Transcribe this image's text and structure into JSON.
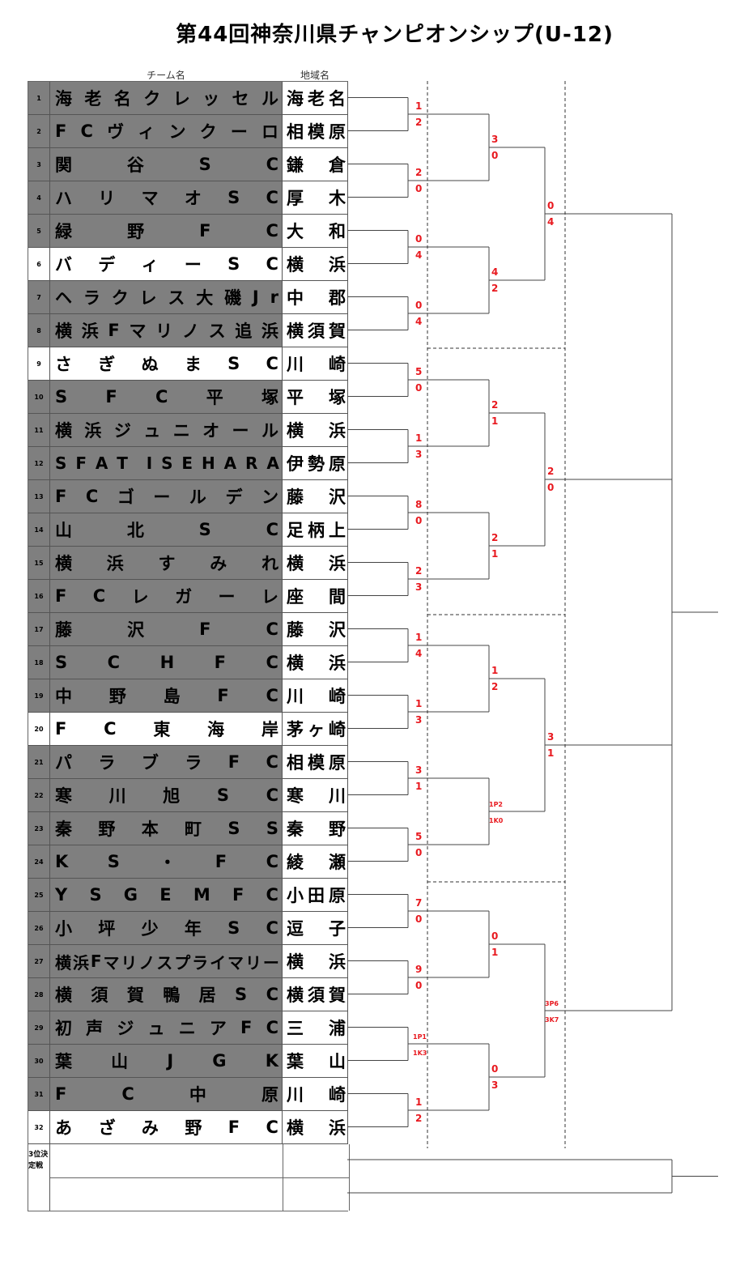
{
  "title": "第44回神奈川県チャンピオンシップ(U-12)",
  "headers": {
    "team": "チーム名",
    "region": "地域名"
  },
  "teams": [
    {
      "no": "1",
      "name": "海老名クレッセル",
      "region": "海老名",
      "bg": "dark"
    },
    {
      "no": "2",
      "name": "FCヴィンクーロ",
      "region": "相模原",
      "bg": "dark"
    },
    {
      "no": "3",
      "name": "関谷SC",
      "region": "鎌倉",
      "bg": "dark"
    },
    {
      "no": "4",
      "name": "ハリマオSC",
      "region": "厚木",
      "bg": "dark"
    },
    {
      "no": "5",
      "name": "緑野FC",
      "region": "大和",
      "bg": "dark"
    },
    {
      "no": "6",
      "name": "バディーSC",
      "region": "横浜",
      "bg": "light"
    },
    {
      "no": "7",
      "name": "ヘラクレス大磯Jr",
      "region": "中郡",
      "bg": "dark"
    },
    {
      "no": "8",
      "name": "横浜Fマリノス追浜",
      "region": "横須賀",
      "bg": "dark"
    },
    {
      "no": "9",
      "name": "さぎぬまSC",
      "region": "川崎",
      "bg": "light"
    },
    {
      "no": "10",
      "name": "SFC平塚",
      "region": "平塚",
      "bg": "dark"
    },
    {
      "no": "11",
      "name": "横浜ジュニオール",
      "region": "横浜",
      "bg": "dark"
    },
    {
      "no": "12",
      "name": "SFAT ISEHARA",
      "region": "伊勢原",
      "bg": "dark"
    },
    {
      "no": "13",
      "name": "FCゴールデン",
      "region": "藤沢",
      "bg": "dark"
    },
    {
      "no": "14",
      "name": "山北SC",
      "region": "足柄上郡",
      "bg": "dark"
    },
    {
      "no": "15",
      "name": "横浜すみれ",
      "region": "横浜",
      "bg": "dark"
    },
    {
      "no": "16",
      "name": "FCレガーレ",
      "region": "座間",
      "bg": "dark"
    },
    {
      "no": "17",
      "name": "藤沢FC",
      "region": "藤沢",
      "bg": "dark"
    },
    {
      "no": "18",
      "name": "SCHFC",
      "region": "横浜",
      "bg": "dark"
    },
    {
      "no": "19",
      "name": "中野島FC",
      "region": "川崎",
      "bg": "dark"
    },
    {
      "no": "20",
      "name": "FC東海岸",
      "region": "茅ヶ崎",
      "bg": "light"
    },
    {
      "no": "21",
      "name": "パラブラFC",
      "region": "相模原",
      "bg": "dark"
    },
    {
      "no": "22",
      "name": "寒川旭SC",
      "region": "寒川",
      "bg": "dark"
    },
    {
      "no": "23",
      "name": "秦野本町SS",
      "region": "秦野",
      "bg": "dark"
    },
    {
      "no": "24",
      "name": "KS・FC",
      "region": "綾瀬",
      "bg": "dark"
    },
    {
      "no": "25",
      "name": "YSGEMFC",
      "region": "小田原",
      "bg": "dark"
    },
    {
      "no": "26",
      "name": "小坪少年SC",
      "region": "逗子",
      "bg": "dark"
    },
    {
      "no": "27",
      "name": "横浜Fマリノスプライマリー",
      "region": "横浜",
      "bg": "dark"
    },
    {
      "no": "28",
      "name": "横須賀鴨居SC",
      "region": "横須賀",
      "bg": "dark"
    },
    {
      "no": "29",
      "name": "初声ジュニアFC",
      "region": "三浦",
      "bg": "dark"
    },
    {
      "no": "30",
      "name": "葉山JGK",
      "region": "葉山",
      "bg": "dark"
    },
    {
      "no": "31",
      "name": "FC中原",
      "region": "川崎",
      "bg": "dark"
    },
    {
      "no": "32",
      "name": "あざみ野FC",
      "region": "横浜",
      "bg": "light"
    }
  ],
  "third_place": {
    "label": "3位決定戦"
  },
  "scores": {
    "r1": [
      [
        "1",
        "2"
      ],
      [
        "2",
        "0"
      ],
      [
        "0",
        "4"
      ],
      [
        "0",
        "4"
      ],
      [
        "5",
        "0"
      ],
      [
        "1",
        "3"
      ],
      [
        "8",
        "0"
      ],
      [
        "2",
        "3"
      ],
      [
        "1",
        "4"
      ],
      [
        "1",
        "3"
      ],
      [
        "3",
        "1"
      ],
      [
        "5",
        "0"
      ],
      [
        "7",
        "0"
      ],
      [
        "9",
        "0"
      ],
      [
        "1P1",
        "1K3"
      ],
      [
        "1",
        "2"
      ]
    ],
    "r2": [
      [
        "3",
        "0"
      ],
      [
        "4",
        "2"
      ],
      [
        "2",
        "1"
      ],
      [
        "2",
        "1"
      ],
      [
        "1",
        "2"
      ],
      [
        "1P2",
        "1K0"
      ],
      [
        "0",
        "1"
      ],
      [
        "0",
        "3"
      ]
    ],
    "r3": [
      [
        "0",
        "4"
      ],
      [
        "2",
        "0"
      ],
      [
        "3",
        "1"
      ],
      [
        "3P6",
        "3K7"
      ]
    ]
  },
  "colors": {
    "score": "#e8191f",
    "dark_row": "#7f7f7f",
    "line": "#555555"
  }
}
